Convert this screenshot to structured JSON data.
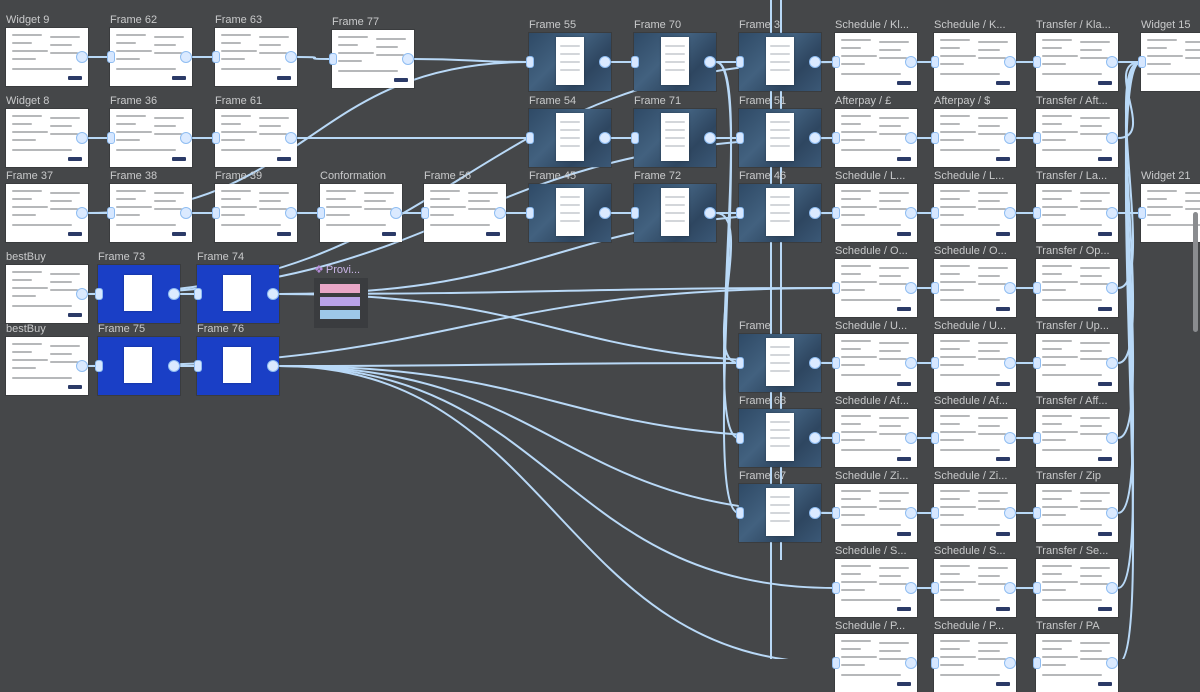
{
  "canvas": {
    "background": "#454749",
    "connector_color": "#b9d9f7",
    "label_color": "#c9cacb"
  },
  "frames": [
    {
      "id": "widget9",
      "label": "Widget 9",
      "style": "ui"
    },
    {
      "id": "frame62",
      "label": "Frame 62",
      "style": "ui"
    },
    {
      "id": "frame63",
      "label": "Frame 63",
      "style": "ui"
    },
    {
      "id": "frame77",
      "label": "Frame 77",
      "style": "ui"
    },
    {
      "id": "frame55",
      "label": "Frame 55",
      "style": "photo"
    },
    {
      "id": "frame70",
      "label": "Frame 70",
      "style": "photo"
    },
    {
      "id": "frameTop3",
      "label": "Frame 3",
      "style": "photo"
    },
    {
      "id": "schedKl",
      "label": "Schedule / Kl...",
      "style": "ui"
    },
    {
      "id": "schedK2",
      "label": "Schedule / K...",
      "style": "ui"
    },
    {
      "id": "transferKla",
      "label": "Transfer / Kla...",
      "style": "ui"
    },
    {
      "id": "widget15",
      "label": "Widget 15",
      "style": "ui"
    },
    {
      "id": "widget8",
      "label": "Widget 8",
      "style": "ui"
    },
    {
      "id": "frame36",
      "label": "Frame 36",
      "style": "ui"
    },
    {
      "id": "frame61",
      "label": "Frame 61",
      "style": "ui"
    },
    {
      "id": "frame54",
      "label": "Frame 54",
      "style": "photo"
    },
    {
      "id": "frame71",
      "label": "Frame 71",
      "style": "photo"
    },
    {
      "id": "frame51",
      "label": "Frame 51",
      "style": "photo"
    },
    {
      "id": "afterpayGbp",
      "label": "Afterpay / £",
      "style": "ui"
    },
    {
      "id": "afterpayUsd",
      "label": "Afterpay / $",
      "style": "ui"
    },
    {
      "id": "transferAft",
      "label": "Transfer / Aft...",
      "style": "ui"
    },
    {
      "id": "frame37",
      "label": "Frame 37",
      "style": "ui"
    },
    {
      "id": "frame38",
      "label": "Frame 38",
      "style": "ui"
    },
    {
      "id": "frame39",
      "label": "Frame 39",
      "style": "ui"
    },
    {
      "id": "conformation",
      "label": "Conformation",
      "style": "ui"
    },
    {
      "id": "frame56",
      "label": "Frame 56",
      "style": "ui"
    },
    {
      "id": "frame45",
      "label": "Frame 45",
      "style": "photo"
    },
    {
      "id": "frame72",
      "label": "Frame 72",
      "style": "photo"
    },
    {
      "id": "frame46",
      "label": "Frame 46",
      "style": "photo"
    },
    {
      "id": "schedL1",
      "label": "Schedule / L...",
      "style": "ui"
    },
    {
      "id": "schedL2",
      "label": "Schedule / L...",
      "style": "ui"
    },
    {
      "id": "transferLa",
      "label": "Transfer / La...",
      "style": "ui"
    },
    {
      "id": "widget21",
      "label": "Widget 21",
      "style": "ui"
    },
    {
      "id": "bestBuy1",
      "label": "bestBuy",
      "style": "ui"
    },
    {
      "id": "frame73",
      "label": "Frame 73",
      "style": "blue"
    },
    {
      "id": "frame74",
      "label": "Frame 74",
      "style": "blue"
    },
    {
      "id": "provi",
      "label": "Provi...",
      "style": "component"
    },
    {
      "id": "schedO1",
      "label": "Schedule / O...",
      "style": "ui"
    },
    {
      "id": "schedO2",
      "label": "Schedule / O...",
      "style": "ui"
    },
    {
      "id": "transferOp",
      "label": "Transfer / Op...",
      "style": "ui"
    },
    {
      "id": "bestBuy2",
      "label": "bestBuy",
      "style": "ui"
    },
    {
      "id": "frame75",
      "label": "Frame 75",
      "style": "blue"
    },
    {
      "id": "frame76",
      "label": "Frame 76",
      "style": "blue"
    },
    {
      "id": "frameMid",
      "label": "Frame",
      "style": "photo"
    },
    {
      "id": "schedU1",
      "label": "Schedule / U...",
      "style": "ui"
    },
    {
      "id": "schedU2",
      "label": "Schedule / U...",
      "style": "ui"
    },
    {
      "id": "transferUp",
      "label": "Transfer / Up...",
      "style": "ui"
    },
    {
      "id": "frame68",
      "label": "Frame 68",
      "style": "photo"
    },
    {
      "id": "schedAf1",
      "label": "Schedule / Af...",
      "style": "ui"
    },
    {
      "id": "schedAf2",
      "label": "Schedule / Af...",
      "style": "ui"
    },
    {
      "id": "transferAff",
      "label": "Transfer / Aff...",
      "style": "ui"
    },
    {
      "id": "frame67",
      "label": "Frame 67",
      "style": "photo"
    },
    {
      "id": "schedZi1",
      "label": "Schedule / Zi...",
      "style": "ui"
    },
    {
      "id": "schedZi2",
      "label": "Schedule / Zi...",
      "style": "ui"
    },
    {
      "id": "transferZip",
      "label": "Transfer / Zip",
      "style": "ui"
    },
    {
      "id": "schedS1",
      "label": "Schedule / S...",
      "style": "ui"
    },
    {
      "id": "schedS2",
      "label": "Schedule / S...",
      "style": "ui"
    },
    {
      "id": "transferSe",
      "label": "Transfer / Se...",
      "style": "ui"
    },
    {
      "id": "schedP1",
      "label": "Schedule / P...",
      "style": "ui"
    },
    {
      "id": "schedP2",
      "label": "Schedule / P...",
      "style": "ui"
    },
    {
      "id": "transferPa",
      "label": "Transfer /  PA",
      "style": "ui"
    }
  ]
}
